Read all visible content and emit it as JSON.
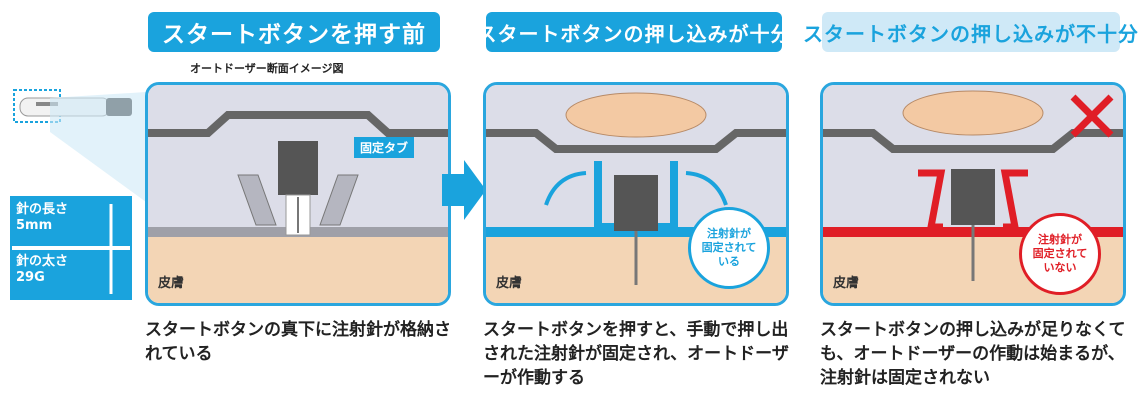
{
  "headers": {
    "before": "スタートボタンを押す前",
    "enough": "スタートボタンの押し込みが十分",
    "not_enough": "スタートボタンの押し込みが不十分"
  },
  "subtitle": "オートドーザー断面イメージ図",
  "panels": {
    "skin_label": "皮膚",
    "tab_label": "固定タブ",
    "bubble_enough": "注射針が\n固定されて\nいる",
    "bubble_not_enough": "注射針が\n固定されて\nいない"
  },
  "specs": {
    "length": "針の長さ\n5mm",
    "gauge": "針の太さ\n29G"
  },
  "captions": {
    "before": "スタートボタンの真下に注射針が格納されている",
    "enough": "スタートボタンを押すと、手動で押し出された注射針が固定され、オートドーザーが作動する",
    "not_enough": "スタートボタンの押し込みが足りなくても、オートドーザーの作動は始まるが、注射針は固定されない"
  },
  "colors": {
    "blue": "#1aa3dd",
    "light_blue": "#cfe9f7",
    "red": "#e01e26",
    "skin": "#f3d5b5",
    "device": "#dcdde8"
  }
}
